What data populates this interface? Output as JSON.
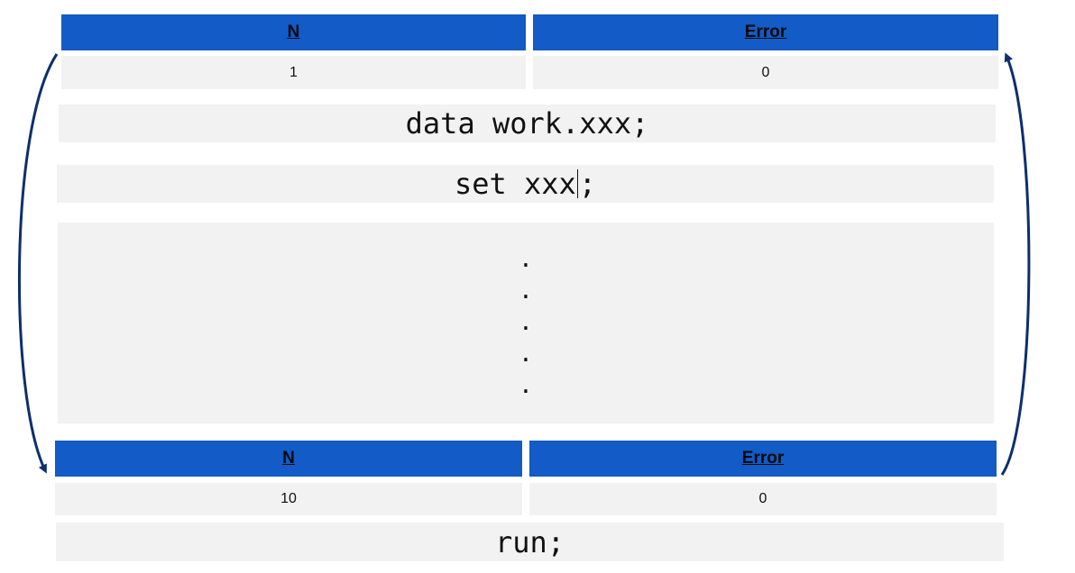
{
  "table_top": {
    "headers": [
      "N",
      "Error"
    ],
    "row": [
      "1",
      "0"
    ]
  },
  "code": {
    "line1": "data work.xxx;",
    "line2_before_cursor": "set xxx",
    "line2_after_cursor": ";",
    "ellipsis": [
      ".",
      ".",
      ".",
      ".",
      "."
    ],
    "last_line": "run;"
  },
  "table_bottom": {
    "headers": [
      "N",
      "Error"
    ],
    "row": [
      "10",
      "0"
    ]
  },
  "colors": {
    "header_blue": "#135bc6",
    "arrow_navy": "#0d2f6e",
    "cell_gray": "#f2f2f2"
  }
}
